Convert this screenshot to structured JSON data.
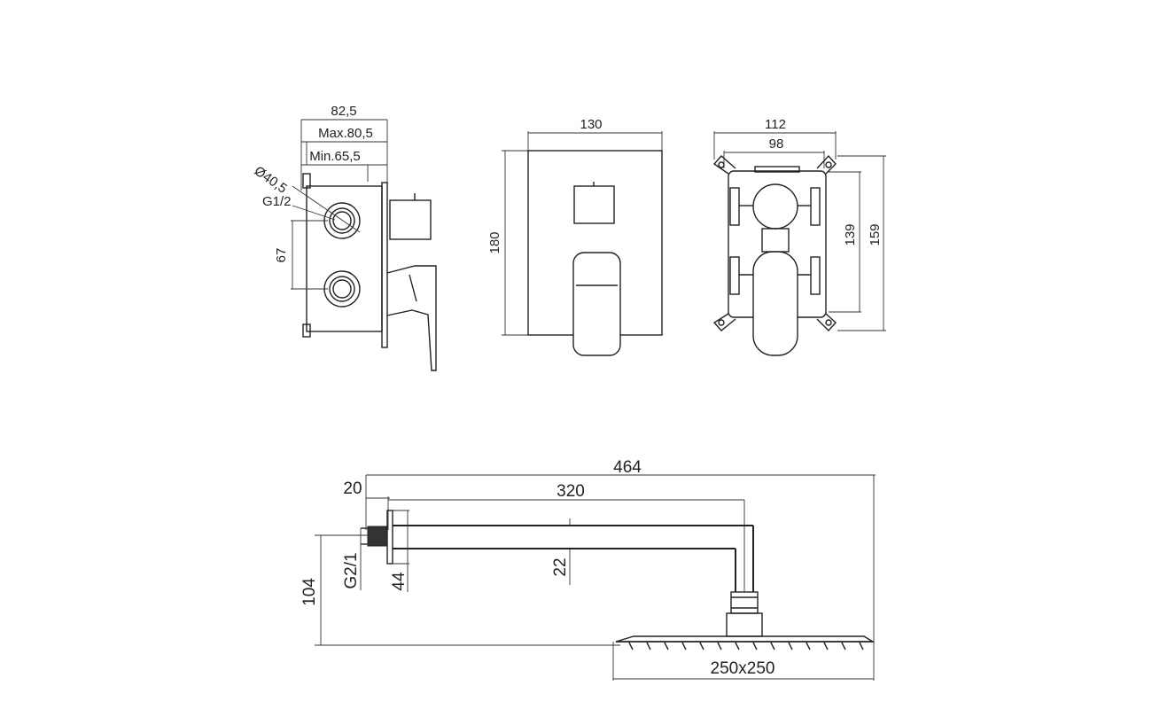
{
  "side_view": {
    "overall_depth": "82,5",
    "max_depth": "Max.80,5",
    "min_depth": "Min.65,5",
    "port_diameter": "Ø40,5",
    "thread": "G1/2",
    "port_spacing": "67"
  },
  "front_view": {
    "width": "130",
    "height": "180"
  },
  "box_view": {
    "outer_width": "112",
    "inner_width": "98",
    "inner_height": "139",
    "outer_height": "159"
  },
  "shower_arm_view": {
    "total_length": "464",
    "flange": "20",
    "arm_length": "320",
    "thread": "G2/1",
    "flange_diameter": "44",
    "tube_size": "22",
    "drop_height": "104",
    "head_size": "250x250"
  }
}
